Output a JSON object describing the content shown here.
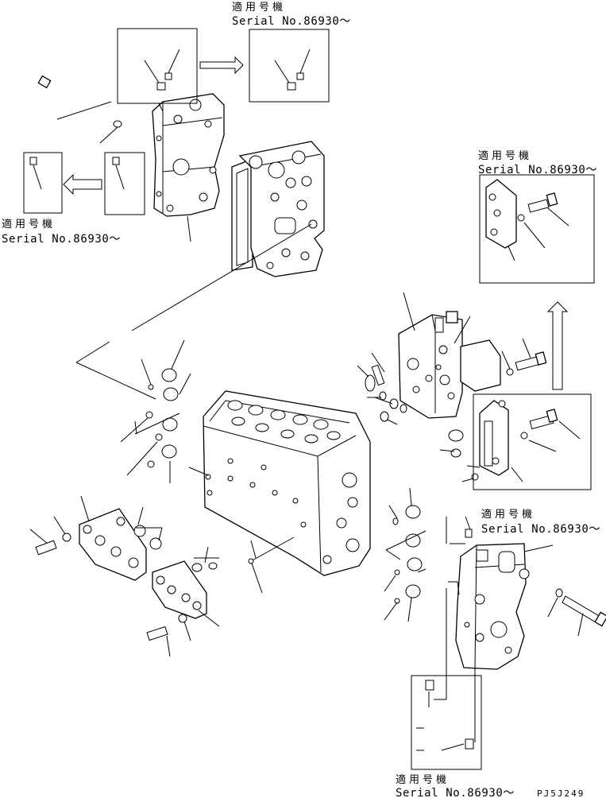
{
  "serial_labels": [
    {
      "jp": "適用号機",
      "text": "Serial No.86930～"
    },
    {
      "jp": "適用号機",
      "text": "Serial No.86930～"
    },
    {
      "jp": "適用号機",
      "text": "Serial No.86930～"
    },
    {
      "jp": "適用号機",
      "text": "Serial No.86930～"
    },
    {
      "jp": "適用号機",
      "text": "Serial No.86930～"
    }
  ],
  "drawing_code": "PJ5J249"
}
